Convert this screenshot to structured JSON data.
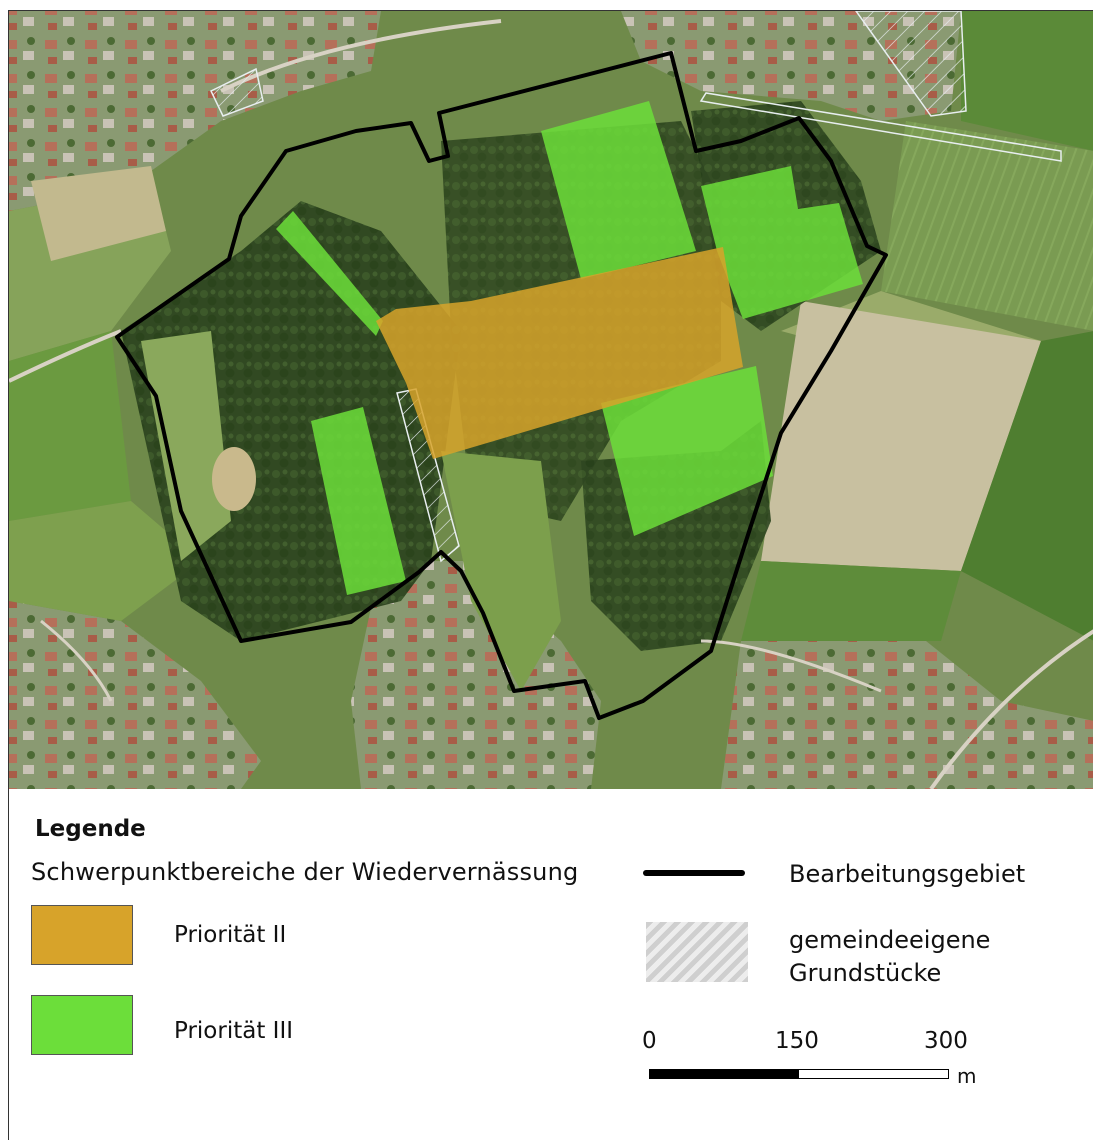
{
  "colors": {
    "priority_2": "#d7a32a",
    "priority_3": "#6cde3a",
    "boundary": "#000000",
    "hatch": "#d0d0d0"
  },
  "map": {
    "background": "aerial-orthophoto"
  },
  "legend": {
    "title": "Legende",
    "subtitle": "Schwerpunktbereiche der Wiedervernässung",
    "items": [
      {
        "label": "Priorität II",
        "icon": "orange-fill-swatch"
      },
      {
        "label": "Priorität III",
        "icon": "green-fill-swatch"
      }
    ],
    "boundary_label": "Bearbeitungsgebiet",
    "community_label_line1": "gemeindeeigene",
    "community_label_line2": "Grundstücke"
  },
  "scale": {
    "ticks": [
      "0",
      "150",
      "300"
    ],
    "unit": "m"
  }
}
